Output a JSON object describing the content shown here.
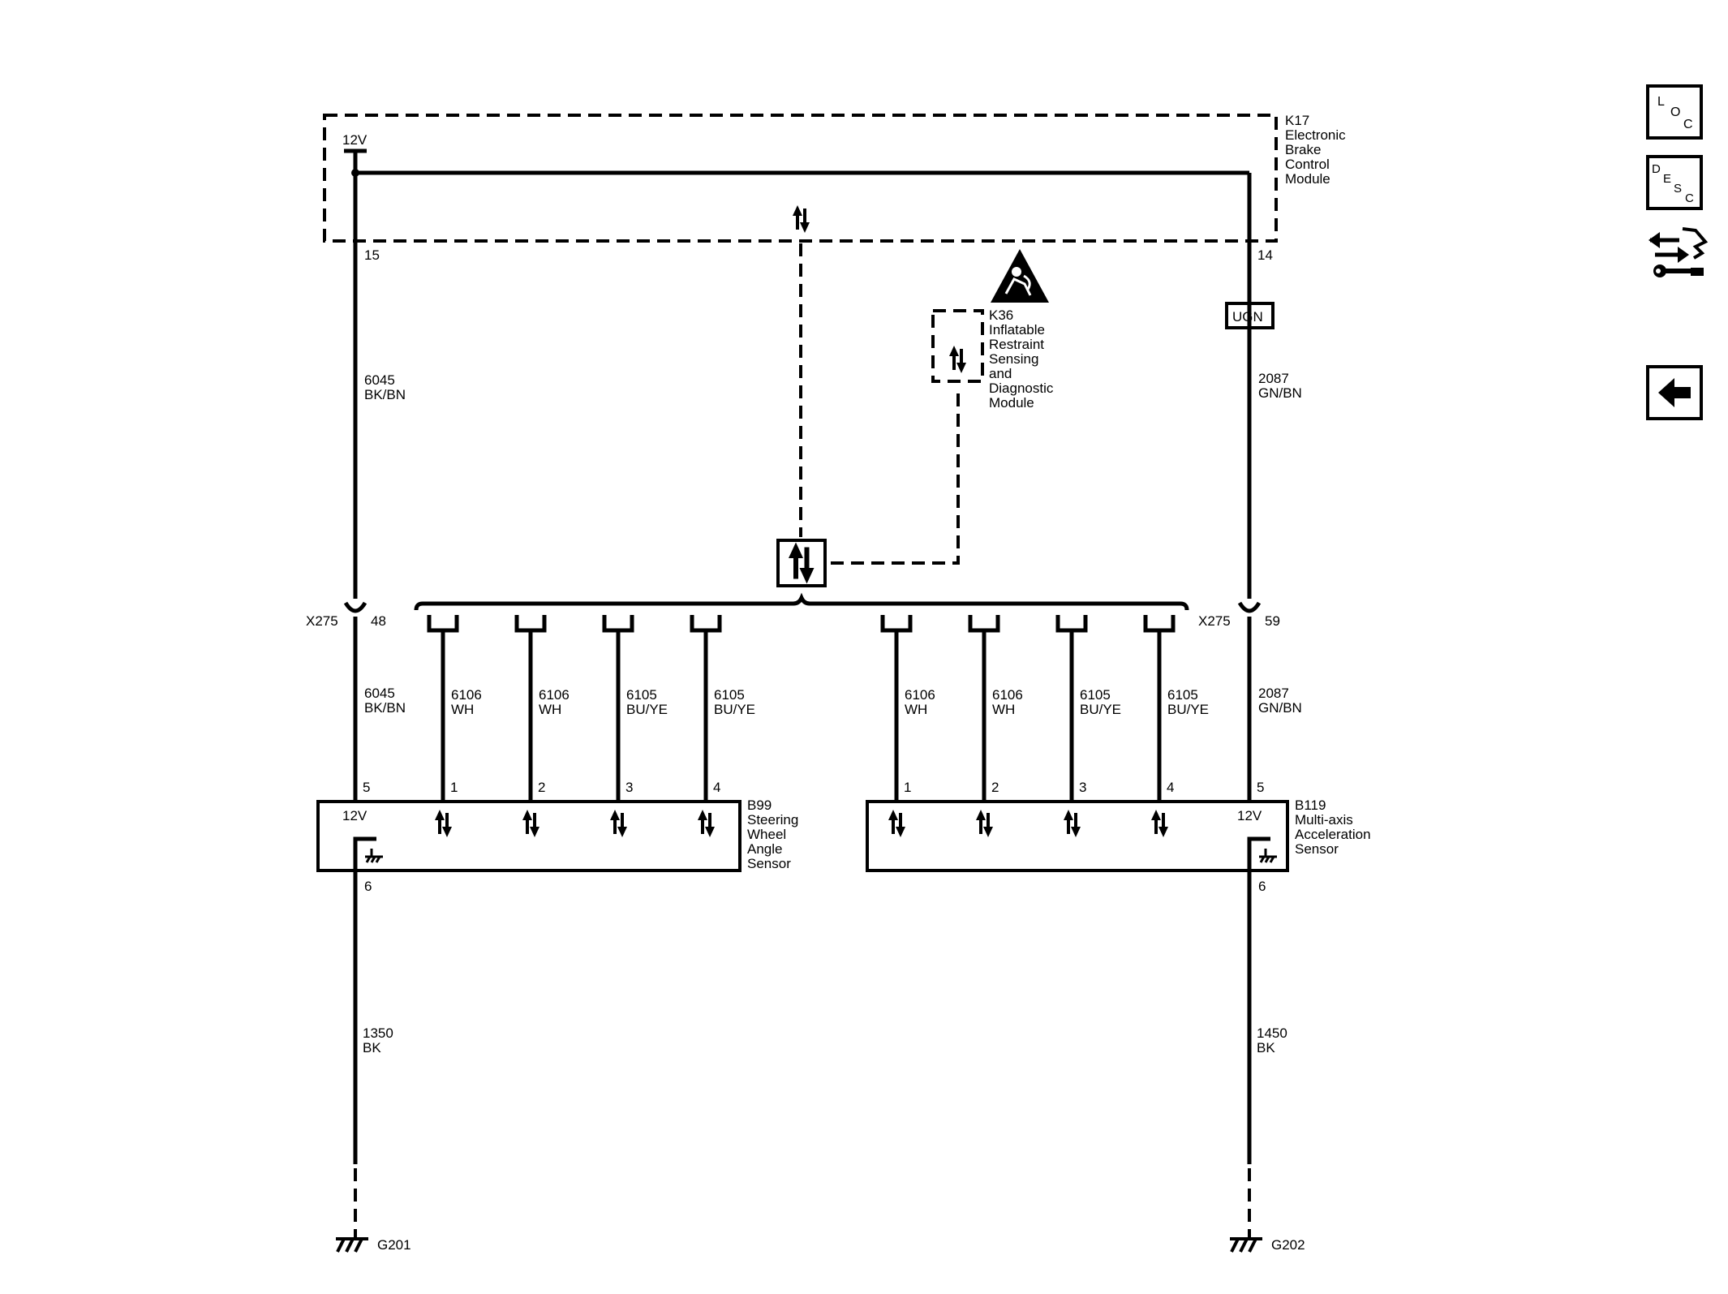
{
  "modules": {
    "k17": {
      "lines": [
        "K17",
        "Electronic",
        "Brake",
        "Control",
        "Module"
      ],
      "supply": "12V",
      "pin_left": "15",
      "pin_right": "14"
    },
    "k36": {
      "lines": [
        "K36",
        "Inflatable",
        "Restraint",
        "Sensing",
        "and",
        "Diagnostic",
        "Module"
      ]
    },
    "b99": {
      "lines": [
        "B99",
        "Steering",
        "Wheel",
        "Angle",
        "Sensor"
      ],
      "supply": "12V",
      "pins": [
        "5",
        "1",
        "2",
        "3",
        "4"
      ],
      "ground_pin": "6"
    },
    "b119": {
      "lines": [
        "B119",
        "Multi-axis",
        "Acceleration",
        "Sensor"
      ],
      "supply": "12V",
      "pins": [
        "1",
        "2",
        "3",
        "4",
        "5"
      ],
      "ground_pin": "6"
    }
  },
  "connectors": {
    "left": {
      "name": "X275",
      "pin": "48"
    },
    "right": {
      "name": "X275",
      "pin": "59"
    },
    "ugn": "UGN"
  },
  "wires": {
    "left_upper": [
      "6045",
      "BK/BN"
    ],
    "right_upper": [
      "2087",
      "GN/BN"
    ],
    "left_lower": [
      "6045",
      "BK/BN"
    ],
    "right_lower": [
      "2087",
      "GN/BN"
    ],
    "b99_1": [
      "6106",
      "WH"
    ],
    "b99_2": [
      "6106",
      "WH"
    ],
    "b99_3": [
      "6105",
      "BU/YE"
    ],
    "b99_4": [
      "6105",
      "BU/YE"
    ],
    "b119_1": [
      "6106",
      "WH"
    ],
    "b119_2": [
      "6106",
      "WH"
    ],
    "b119_3": [
      "6105",
      "BU/YE"
    ],
    "b119_4": [
      "6105",
      "BU/YE"
    ],
    "ground_left": [
      "1350",
      "BK"
    ],
    "ground_right": [
      "1450",
      "BK"
    ]
  },
  "grounds": {
    "left": "G201",
    "right": "G202"
  },
  "sidebar": {
    "loc": [
      "L",
      "O",
      "C"
    ],
    "desc": [
      "D",
      "E",
      "S",
      "C"
    ]
  },
  "icons": [
    "loc-icon",
    "desc-icon",
    "connector-repair-icon",
    "back-arrow-icon",
    "serial-data-arrows-icon",
    "airbag-warning-icon",
    "ground-icon"
  ]
}
